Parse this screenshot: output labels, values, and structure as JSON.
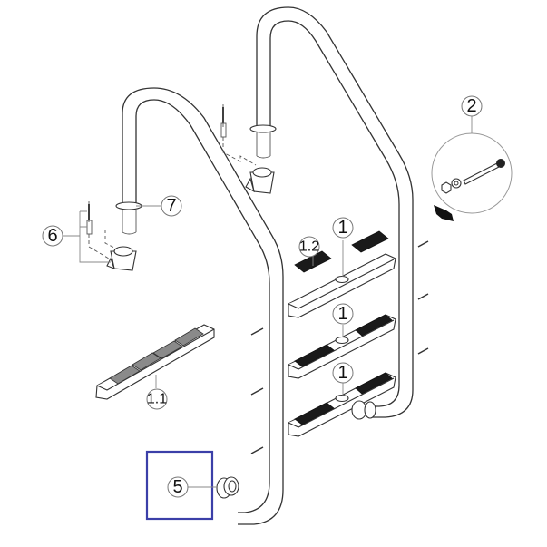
{
  "diagram": {
    "title": "Pool ladder exploded parts diagram",
    "highlight_color": "#3b3fa8",
    "callouts": [
      {
        "id": "callout-1-top",
        "label": "1",
        "part": "step"
      },
      {
        "id": "callout-1-mid",
        "label": "1",
        "part": "step"
      },
      {
        "id": "callout-1-bottom",
        "label": "1",
        "part": "step"
      },
      {
        "id": "callout-1-1",
        "label": "1.1",
        "part": "step (underside view)"
      },
      {
        "id": "callout-1-2",
        "label": "1.2",
        "part": "anti-slip tread pad"
      },
      {
        "id": "callout-2",
        "label": "2",
        "part": "bolt, washer and nut set"
      },
      {
        "id": "callout-5",
        "label": "5",
        "part": "rubber end cap / bumper"
      },
      {
        "id": "callout-6",
        "label": "6",
        "part": "anchor socket with screw"
      },
      {
        "id": "callout-7",
        "label": "7",
        "part": "escutcheon flange"
      }
    ],
    "highlighted_callout": "5"
  }
}
